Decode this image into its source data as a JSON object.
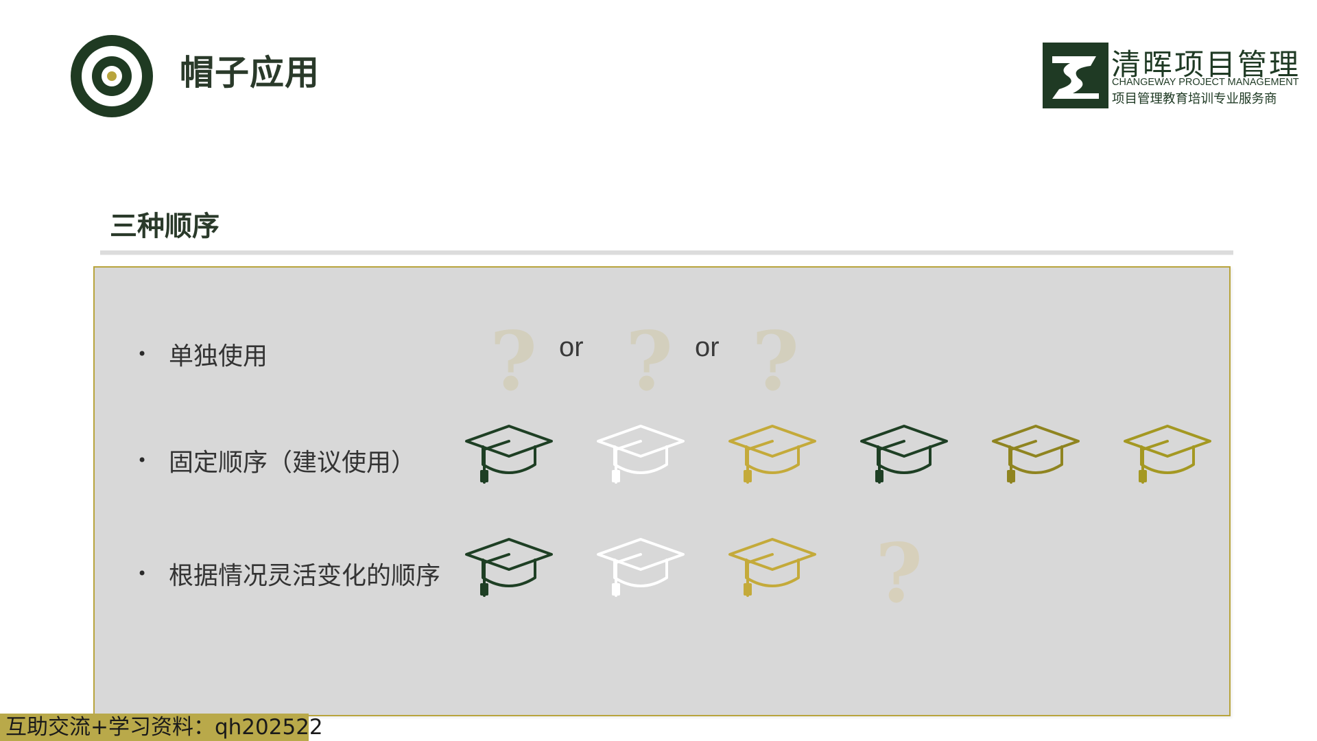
{
  "header": {
    "title": "帽子应用",
    "logo_icon": "changeway-logo-icon",
    "logo_name": "清晖项目管理",
    "logo_english": "CHANGEWAY PROJECT MANAGEMENT",
    "logo_tagline": "项目管理教育培训专业服务商"
  },
  "section": {
    "title": "三种顺序"
  },
  "rows": [
    {
      "label": "单独使用",
      "items": [
        {
          "kind": "question-mark",
          "color": "#c9b878"
        },
        {
          "kind": "text",
          "text": "or"
        },
        {
          "kind": "question-mark",
          "color": "#c9b878"
        },
        {
          "kind": "text",
          "text": "or"
        },
        {
          "kind": "question-mark",
          "color": "#c9b878"
        }
      ]
    },
    {
      "label": "固定顺序（建议使用）",
      "items": [
        {
          "kind": "hat",
          "color": "#1e3f24"
        },
        {
          "kind": "hat",
          "color": "#ffffff"
        },
        {
          "kind": "hat",
          "color": "#c4aa3a"
        },
        {
          "kind": "hat",
          "color": "#1e3f24"
        },
        {
          "kind": "hat",
          "color": "#8f8420"
        },
        {
          "kind": "hat",
          "color": "#a49822"
        }
      ]
    },
    {
      "label": "根据情况灵活变化的顺序",
      "items": [
        {
          "kind": "hat",
          "color": "#1e3f24"
        },
        {
          "kind": "hat",
          "color": "#ffffff"
        },
        {
          "kind": "hat",
          "color": "#c4aa3a"
        },
        {
          "kind": "question-mark",
          "color": "#d6c89a"
        }
      ]
    }
  ],
  "footer": {
    "text": "互助交流+学习资料：qh202522"
  },
  "colors": {
    "accent": "#b8a43c",
    "dark_green": "#1e3f24",
    "panel_bg": "#d8d8d8"
  }
}
